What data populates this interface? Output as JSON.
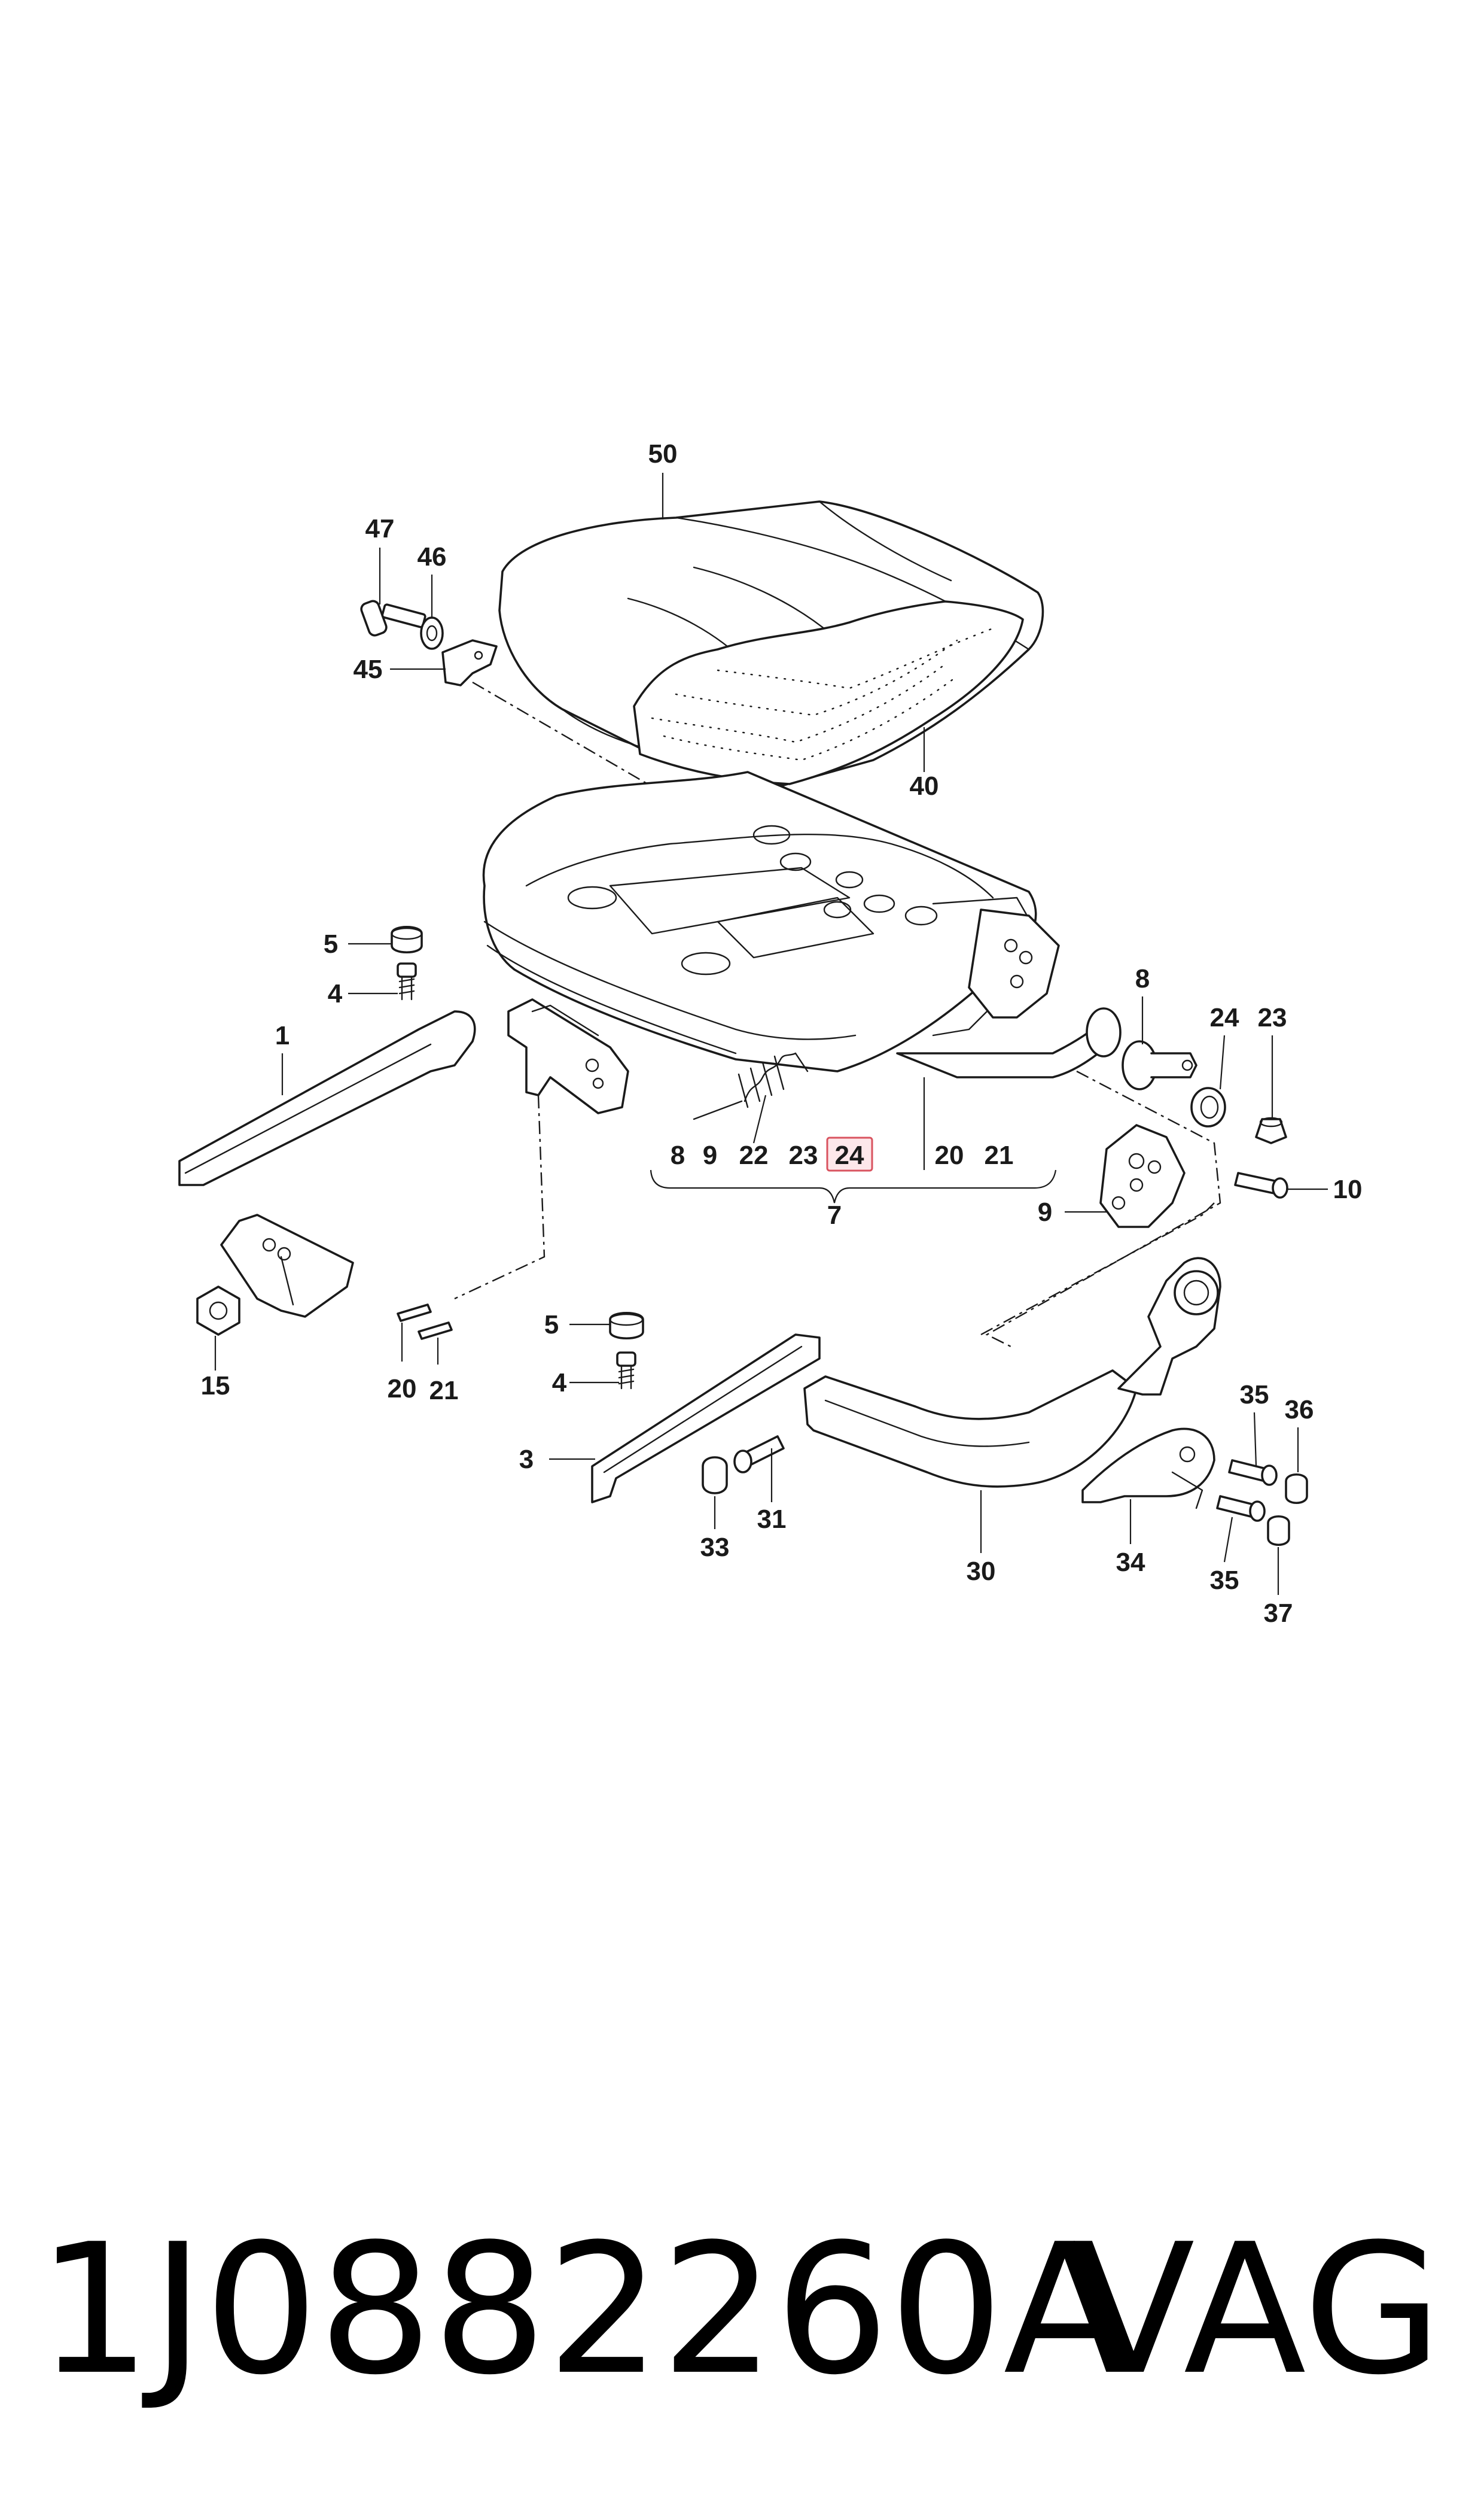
{
  "diagram": {
    "callouts": [
      {
        "id": "c50",
        "text": "50"
      },
      {
        "id": "c47",
        "text": "47"
      },
      {
        "id": "c46",
        "text": "46"
      },
      {
        "id": "c45",
        "text": "45"
      },
      {
        "id": "c40",
        "text": "40"
      },
      {
        "id": "c5a",
        "text": "5"
      },
      {
        "id": "c4a",
        "text": "4"
      },
      {
        "id": "c1",
        "text": "1"
      },
      {
        "id": "c8a",
        "text": "8"
      },
      {
        "id": "c24a",
        "text": "24"
      },
      {
        "id": "c23a",
        "text": "23"
      },
      {
        "id": "c8b",
        "text": "8"
      },
      {
        "id": "c9a",
        "text": "9"
      },
      {
        "id": "c22",
        "text": "22"
      },
      {
        "id": "c23b",
        "text": "23"
      },
      {
        "id": "c24b",
        "text": "24"
      },
      {
        "id": "c20a",
        "text": "20"
      },
      {
        "id": "c21a",
        "text": "21"
      },
      {
        "id": "c7",
        "text": "7"
      },
      {
        "id": "c9b",
        "text": "9"
      },
      {
        "id": "c10",
        "text": "10"
      },
      {
        "id": "c15",
        "text": "15"
      },
      {
        "id": "c20b",
        "text": "20"
      },
      {
        "id": "c21b",
        "text": "21"
      },
      {
        "id": "c5b",
        "text": "5"
      },
      {
        "id": "c4b",
        "text": "4"
      },
      {
        "id": "c3",
        "text": "3"
      },
      {
        "id": "c33",
        "text": "33"
      },
      {
        "id": "c31",
        "text": "31"
      },
      {
        "id": "c30",
        "text": "30"
      },
      {
        "id": "c35a",
        "text": "35"
      },
      {
        "id": "c36",
        "text": "36"
      },
      {
        "id": "c34",
        "text": "34"
      },
      {
        "id": "c35b",
        "text": "35"
      },
      {
        "id": "c37",
        "text": "37"
      }
    ],
    "highlight": {
      "callout": "24",
      "stroke": "#d9535f",
      "fill": "#fde7ea"
    }
  },
  "footer": {
    "part_number": "1J0882260A",
    "brand": "VAG"
  }
}
